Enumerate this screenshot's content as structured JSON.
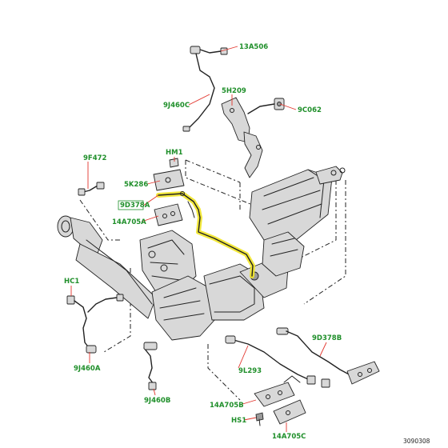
{
  "callouts": [
    {
      "id": "13A506",
      "label": "13A506"
    },
    {
      "id": "9J460C",
      "label": "9J460C"
    },
    {
      "id": "5H209",
      "label": "5H209"
    },
    {
      "id": "9C062",
      "label": "9C062"
    },
    {
      "id": "HM1",
      "label": "HM1"
    },
    {
      "id": "9F472",
      "label": "9F472"
    },
    {
      "id": "5K286",
      "label": "5K286"
    },
    {
      "id": "9D378A",
      "label": "9D378A"
    },
    {
      "id": "14A705A",
      "label": "14A705A"
    },
    {
      "id": "HC1",
      "label": "HC1"
    },
    {
      "id": "9J460A",
      "label": "9J460A"
    },
    {
      "id": "9J460B",
      "label": "9J460B"
    },
    {
      "id": "9L293",
      "label": "9L293"
    },
    {
      "id": "9D378B",
      "label": "9D378B"
    },
    {
      "id": "14A705B",
      "label": "14A705B"
    },
    {
      "id": "HS1",
      "label": "HS1"
    },
    {
      "id": "14A705C",
      "label": "14A705C"
    }
  ],
  "highlighted_part": "9D378A",
  "figure_number": "3090308",
  "colors": {
    "callout_text": "#1f8f2a",
    "leader_line": "#e2342c",
    "highlight": "#f1e62a",
    "linework": "#222222"
  }
}
